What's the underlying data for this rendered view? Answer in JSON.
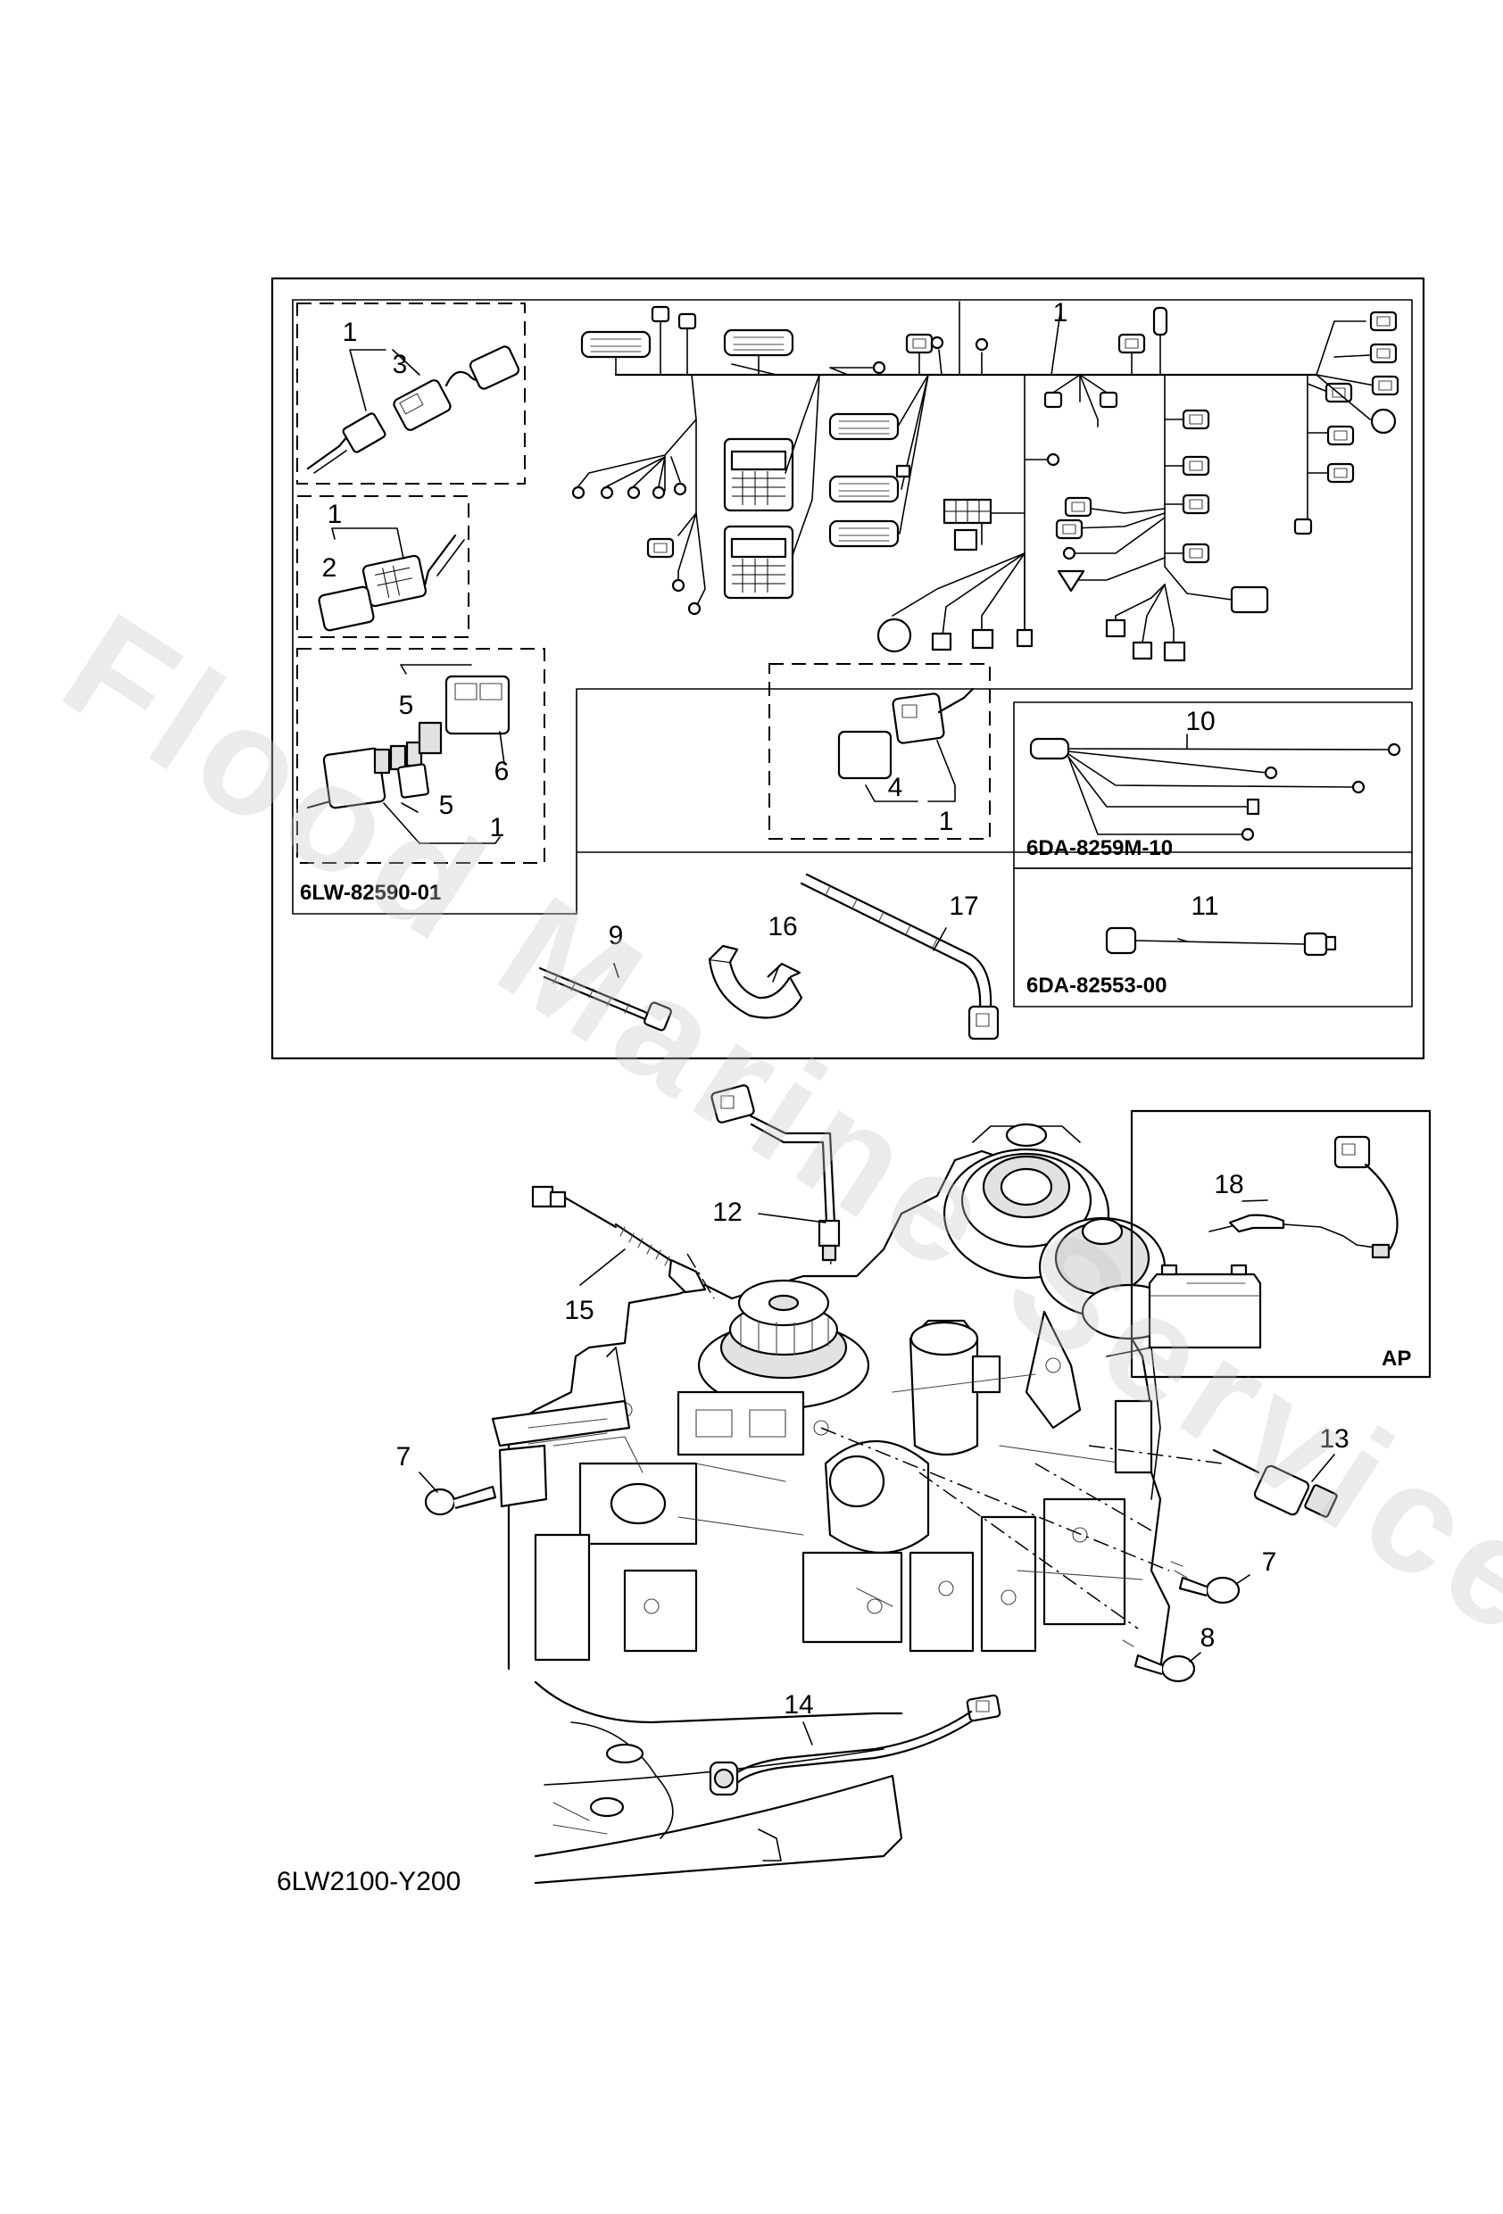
{
  "figure_code": "6LW2100-Y200",
  "watermark": "Flood Marine Services",
  "part_codes": {
    "main_harness": "6LW-82590-01",
    "harness_10": "6DA-8259M-10",
    "harness_11": "6DA-82553-00"
  },
  "variant_label": "AP",
  "callouts": {
    "c1": "1",
    "c2": "2",
    "c3": "3",
    "c4": "4",
    "c5": "5",
    "c6": "6",
    "c7": "7",
    "c8": "8",
    "c9": "9",
    "c10": "10",
    "c11": "11",
    "c12": "12",
    "c13": "13",
    "c14": "14",
    "c15": "15",
    "c16": "16",
    "c17": "17",
    "c18": "18"
  }
}
